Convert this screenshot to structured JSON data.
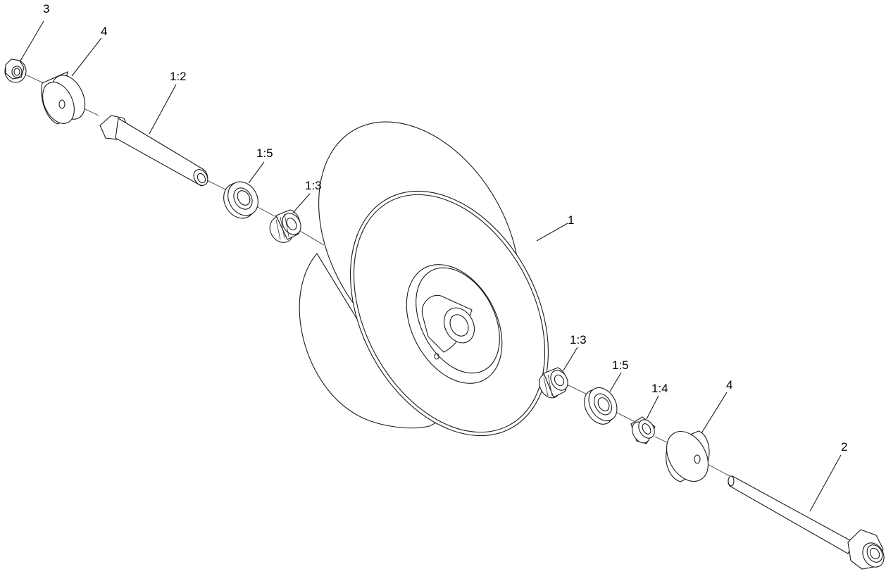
{
  "diagram": {
    "callouts": [
      {
        "id": "nut-top",
        "label": "3"
      },
      {
        "id": "spacer-top",
        "label": "4"
      },
      {
        "id": "axle-tube",
        "label": "1:2"
      },
      {
        "id": "race-left",
        "label": "1:5"
      },
      {
        "id": "bearing-left",
        "label": "1:3"
      },
      {
        "id": "wheel",
        "label": "1"
      },
      {
        "id": "bearing-right",
        "label": "1:3"
      },
      {
        "id": "race-right",
        "label": "1:5"
      },
      {
        "id": "sleeve",
        "label": "1:4"
      },
      {
        "id": "spacer-right",
        "label": "4"
      },
      {
        "id": "bolt",
        "label": "2"
      }
    ]
  }
}
